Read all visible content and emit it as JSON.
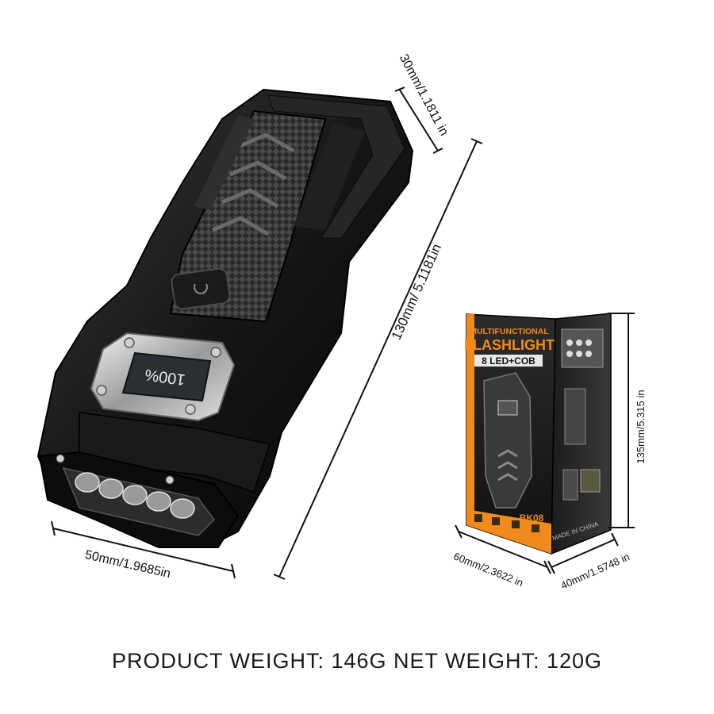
{
  "dimensions": {
    "flashlight_depth": "30mm/1.1811 in",
    "flashlight_length": "130mm/ 5.1181in",
    "flashlight_width": "50mm/1.9685in",
    "box_height": "135mm/5.315 in",
    "box_width": "60mm/2.3622 in",
    "box_depth": "40mm/1.5748 in"
  },
  "display": {
    "battery_readout": "100%"
  },
  "box": {
    "title_line1": "MULTIFUNCTIONAL",
    "title_line2": "FLASHLIGHT",
    "subtitle": "8 LED+COB",
    "model": "BK08",
    "origin": "MADE IN CHINA"
  },
  "weights": {
    "text": "PRODUCT WEIGHT: 146G NET WEIGHT: 120G"
  },
  "colors": {
    "box_orange": "#f08a1c",
    "body_black": "#141414",
    "background": "#ffffff"
  }
}
